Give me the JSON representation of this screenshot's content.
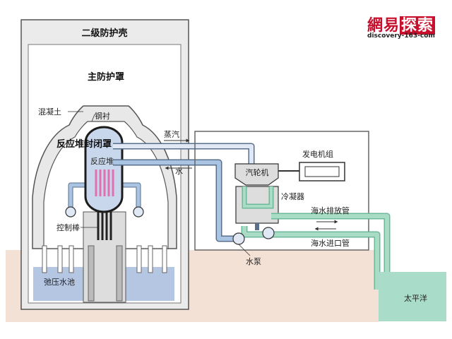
{
  "logo": {
    "brand_prefix": "網易",
    "brand_suffix": "探索",
    "site": "discovery-163-com"
  },
  "labels": {
    "secondary_containment": "二级防护壳",
    "primary_containment": "主防护罩",
    "concrete": "混凝土",
    "steel_liner": "钢衬",
    "reactor_vessel": "反应堆封闭罩",
    "reactor_core": "反应堆",
    "control_rods": "控制棒",
    "suppression_pool": "弛压水池",
    "steam": "蒸汽",
    "water": "水",
    "turbine": "汽轮机",
    "generator": "发电机组",
    "condenser": "冷凝器",
    "seawater_out": "海水排放管",
    "seawater_in": "海水进口管",
    "pump": "水泵",
    "ocean": "太平洋"
  },
  "colors": {
    "ground": "#f3e1d6",
    "wall": "#ebebeb",
    "outline": "#555555",
    "vessel_fill": "#c9d7ec",
    "pipe_blue": "#a9c4e2",
    "pipe_green": "#a9dcc5",
    "pool": "#b5c6e2",
    "core_rod": "#e070b0",
    "control_rod": "#222222",
    "ocean": "#a9ddc9",
    "logo_red": "#c8102e"
  }
}
